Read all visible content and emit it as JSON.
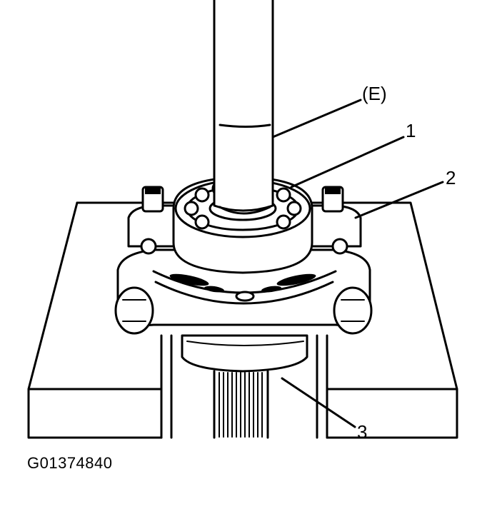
{
  "figure": {
    "id_text": "G01374840",
    "callouts": [
      {
        "key": "tool",
        "text": "(E)"
      },
      {
        "key": "bearing",
        "text": "1"
      },
      {
        "key": "separator",
        "text": "2"
      },
      {
        "key": "shaft",
        "text": "3"
      }
    ]
  }
}
